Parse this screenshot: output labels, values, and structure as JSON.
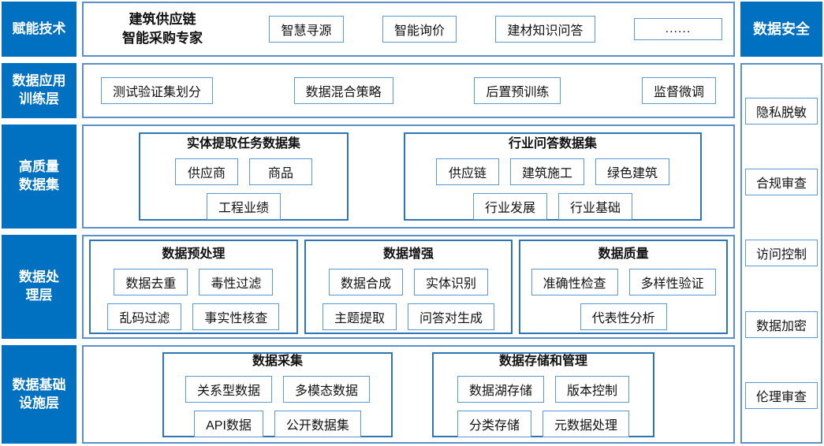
{
  "colors": {
    "primary_blue": "#0070C0",
    "row_border": "#5b8fc9",
    "group_border": "#2e75b6",
    "box_border": "#5b9bd5",
    "text": "#111111",
    "rail_text": "#ffffff"
  },
  "rail": {
    "items": [
      "赋能技术",
      "数据应用\n训练层",
      "高质量\n数据集",
      "数据处\n理层",
      "数据基础\n设施层"
    ]
  },
  "right": {
    "header": "数据安全",
    "items": [
      "隐私脱敏",
      "合规审查",
      "访问控制",
      "数据加密",
      "伦理审查"
    ]
  },
  "r1": {
    "title": "建筑供应链\n智能采购专家",
    "boxes": [
      "智慧寻源",
      "智能询价",
      "建材知识问答",
      "......"
    ]
  },
  "r2": {
    "boxes": [
      "测试验证集划分",
      "数据混合策略",
      "后置预训练",
      "监督微调"
    ]
  },
  "r3": {
    "groups": [
      {
        "title": "实体提取任务数据集",
        "rows": [
          [
            "供应商",
            "商品"
          ],
          [
            "工程业绩"
          ]
        ]
      },
      {
        "title": "行业问答数据集",
        "rows": [
          [
            "供应链",
            "建筑施工",
            "绿色建筑"
          ],
          [
            "行业发展",
            "行业基础"
          ]
        ]
      }
    ]
  },
  "r4": {
    "groups": [
      {
        "title": "数据预处理",
        "rows": [
          [
            "数据去重",
            "毒性过滤"
          ],
          [
            "乱码过滤",
            "事实性核查"
          ]
        ]
      },
      {
        "title": "数据增强",
        "rows": [
          [
            "数据合成",
            "实体识别"
          ],
          [
            "主题提取",
            "问答对生成"
          ]
        ]
      },
      {
        "title": "数据质量",
        "rows": [
          [
            "准确性检查",
            "多样性验证"
          ],
          [
            "代表性分析"
          ]
        ]
      }
    ]
  },
  "r5": {
    "groups": [
      {
        "title": "数据采集",
        "rows": [
          [
            "关系型数据",
            "多模态数据"
          ],
          [
            "API数据",
            "公开数据集"
          ]
        ]
      },
      {
        "title": "数据存储和管理",
        "rows": [
          [
            "数据湖存储",
            "版本控制"
          ],
          [
            "分类存储",
            "元数据处理"
          ]
        ]
      }
    ]
  }
}
